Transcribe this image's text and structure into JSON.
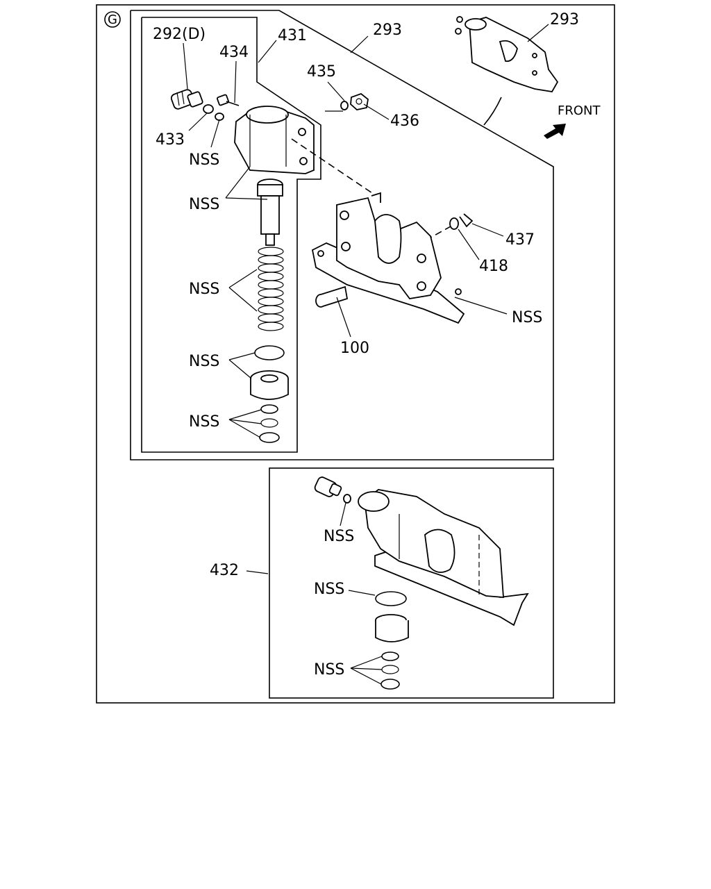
{
  "section_marker": "G",
  "labels": {
    "p292d": "292(D)",
    "p434": "434",
    "p431": "431",
    "p293_main": "293",
    "p293_inset": "293",
    "p435": "435",
    "p436": "436",
    "p433": "433",
    "nss_1": "NSS",
    "nss_2": "NSS",
    "nss_3": "NSS",
    "nss_4": "NSS",
    "nss_5": "NSS",
    "p437": "437",
    "p418": "418",
    "nss_6": "NSS",
    "p100": "100",
    "front": "FRONT",
    "p432": "432",
    "nss_7": "NSS",
    "nss_8": "NSS",
    "nss_9": "NSS"
  }
}
